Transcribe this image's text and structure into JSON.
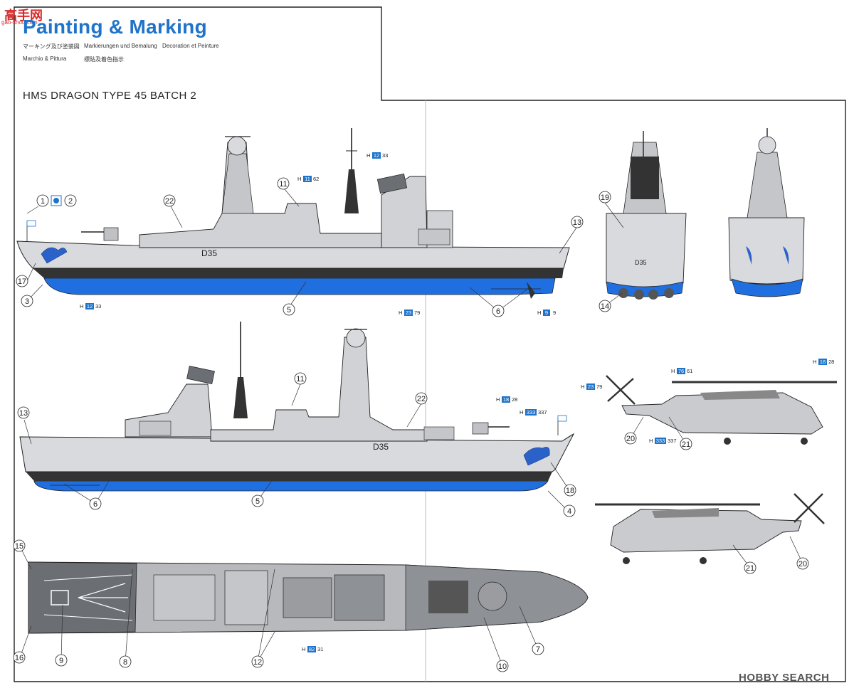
{
  "watermark": {
    "brand": "高手网",
    "url": "gao-shou.com"
  },
  "header": {
    "title": "Painting & Marking",
    "subtitles": [
      "マーキング及び塗装図",
      "Markierungen und Bemalung",
      "Decoration et Peinture",
      "Marchio & Pittura",
      "標貼及着色指示"
    ]
  },
  "ship_title": "HMS DRAGON TYPE 45 BATCH 2",
  "hull_number": "D35",
  "colors": {
    "hull_grey": "#d8dade",
    "deck_grey": "#6b6e73",
    "underwater_blue": "#1f6fe0",
    "boot_topping": "#333333",
    "dragon_blue": "#2b62c9",
    "heading_blue": "#1f73c9"
  },
  "callouts": {
    "side_top": [
      "1",
      "2",
      "22",
      "11",
      "13",
      "17",
      "3",
      "5",
      "6"
    ],
    "side_bottom": [
      "13",
      "11",
      "22",
      "18",
      "6",
      "5",
      "4"
    ],
    "bow_stern": [
      "19",
      "14"
    ],
    "helicopter_top": [
      "20",
      "21"
    ],
    "helicopter_bottom": [
      "21",
      "20"
    ],
    "plan": [
      "15",
      "16",
      "9",
      "8",
      "12",
      "10",
      "7"
    ]
  },
  "paint_codes": {
    "c_12_33_a": {
      "code": "H",
      "a": "12",
      "b": "33"
    },
    "c_11_62": {
      "code": "H",
      "a": "11",
      "b": "62"
    },
    "c_12_33_b": {
      "code": "H",
      "a": "12",
      "b": "33"
    },
    "c_23_79_a": {
      "code": "H",
      "a": "23",
      "b": "79"
    },
    "c_9_9": {
      "code": "H",
      "a": "9",
      "b": "9"
    },
    "c_18_28_a": {
      "code": "H",
      "a": "18",
      "b": "28"
    },
    "c_333_337_a": {
      "code": "H",
      "a": "333",
      "b": "337"
    },
    "c_82_31": {
      "code": "H",
      "a": "82",
      "b": "31"
    },
    "c_76_61": {
      "code": "H",
      "a": "76",
      "b": "61"
    },
    "c_18_28_b": {
      "code": "H",
      "a": "18",
      "b": "28"
    },
    "c_23_79_b": {
      "code": "H",
      "a": "23",
      "b": "79"
    },
    "c_333_337_b": {
      "code": "H",
      "a": "333",
      "b": "337"
    }
  },
  "source_mark": "HOBBY SEARCH"
}
